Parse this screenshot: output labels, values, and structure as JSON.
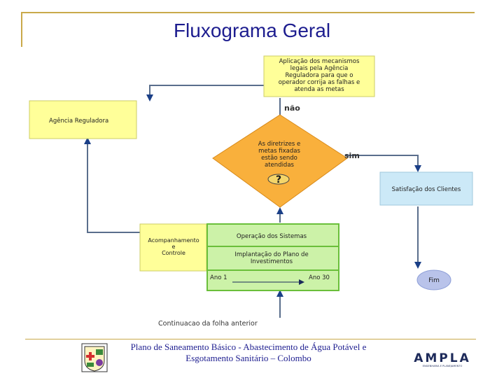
{
  "slide": {
    "title": "Fluxograma Geral",
    "caption_line1": "Plano de Saneamento Básico - Abastecimento de Água Potável e",
    "caption_line2": "Esgotamento Sanitário – Colombo"
  },
  "diagram": {
    "aplicacao_lines": [
      "Aplicação dos mecanismos",
      "legais pela Agência",
      "Reguladora para que o",
      "operador corrija as falhas e",
      "atenda as metas"
    ],
    "nao_label": "não",
    "agencia_label": "Agência Reguladora",
    "decision_lines": [
      "As diretrizes e",
      "metas fixadas",
      "estão sendo",
      "atendidas"
    ],
    "decision_symbol": "?",
    "sim_label": "sim",
    "satisfacao_label": "Satisfação dos Clientes",
    "acompanhamento_lines": [
      "Acompanhamento",
      "e",
      "Controle"
    ],
    "operacao_label": "Operação dos Sistemas",
    "implantacao_lines": [
      "Implantação do Plano de",
      "Investimentos"
    ],
    "ano1_label": "Ano 1",
    "ano30_label": "Ano 30",
    "fim_label": "Fim",
    "continuacao_label": "Continuacao da folha anterior"
  },
  "logos": {
    "right_text": "AMPLA",
    "right_subtext": "ENGENHARIA E PLANEJAMENTO"
  },
  "colors": {
    "title": "#1d1d8f",
    "rule": "#c9a94a",
    "yellow_box": "#ffff99",
    "blue_box": "#cce9f7",
    "green_box": "#ccf2a8",
    "green_border": "#6abf3a",
    "decision_fill": "#f9b03c",
    "fim_fill": "#b9c3ea",
    "arrow": "#1a3f87",
    "line": "#5a6e8c"
  }
}
